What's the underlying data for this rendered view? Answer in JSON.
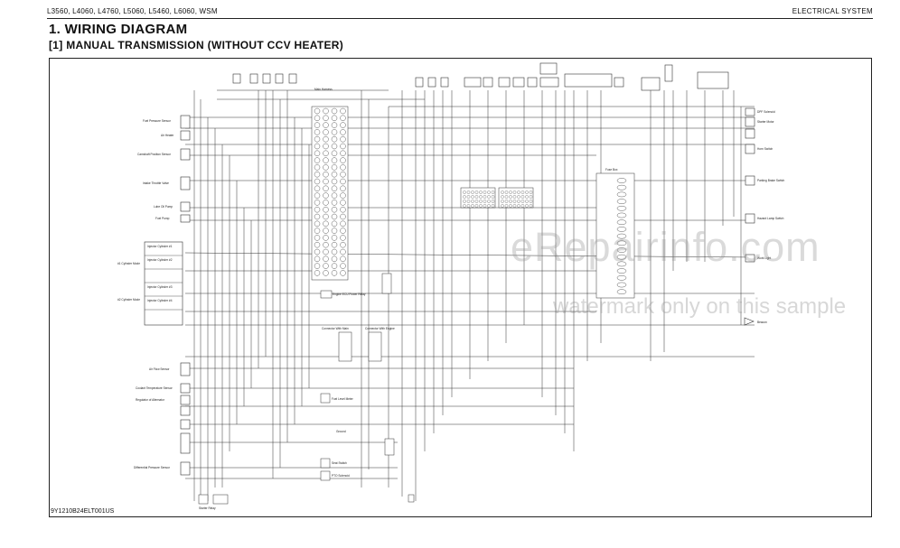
{
  "header": {
    "models": "L3560, L4060, L4760, L5060, L5460, L6060, WSM",
    "section": "ELECTRICAL SYSTEM"
  },
  "title": "1.  WIRING DIAGRAM",
  "subtitle": "[1]  MANUAL TRANSMISSION (WITHOUT CCV HEATER)",
  "figure_code": "9Y1210B24ELT001US",
  "watermark": {
    "main": "eRepairinfo.com",
    "note": "watermark only on this sample"
  },
  "components": {
    "left": [
      "Fuel Pressure Sensor",
      "Air Heater",
      "Camshaft Position Sensor",
      "Intake Throttle Valve",
      "Lube Oil Pump",
      "Fuel Pump",
      "Injector Cylinder #1",
      "Injector Cylinder #2",
      "Injector Cylinder #3",
      "Injector Cylinder #4",
      "#1 Cylinder Mode",
      "#2 Cylinder Mode",
      "Air Flow Sensor",
      "Coolant Temperature Sensor",
      "Regulator of Alternator",
      "Differential Pressure Sensor"
    ],
    "middle": [
      "Main Harness",
      "Engine ECU Power Relay",
      "Connector With Main",
      "Connector With Engine",
      "Fuel Level Meter",
      "Ground",
      "Seat Switch",
      "PTO Solenoid",
      "Starter Relay"
    ],
    "right": [
      "Fuse Box",
      "DPF Solenoid",
      "Starter Motor",
      "Horn Switch",
      "Parking Brake Switch",
      "Hazard Lamp Switch",
      "Work Light",
      "Beacon"
    ]
  }
}
